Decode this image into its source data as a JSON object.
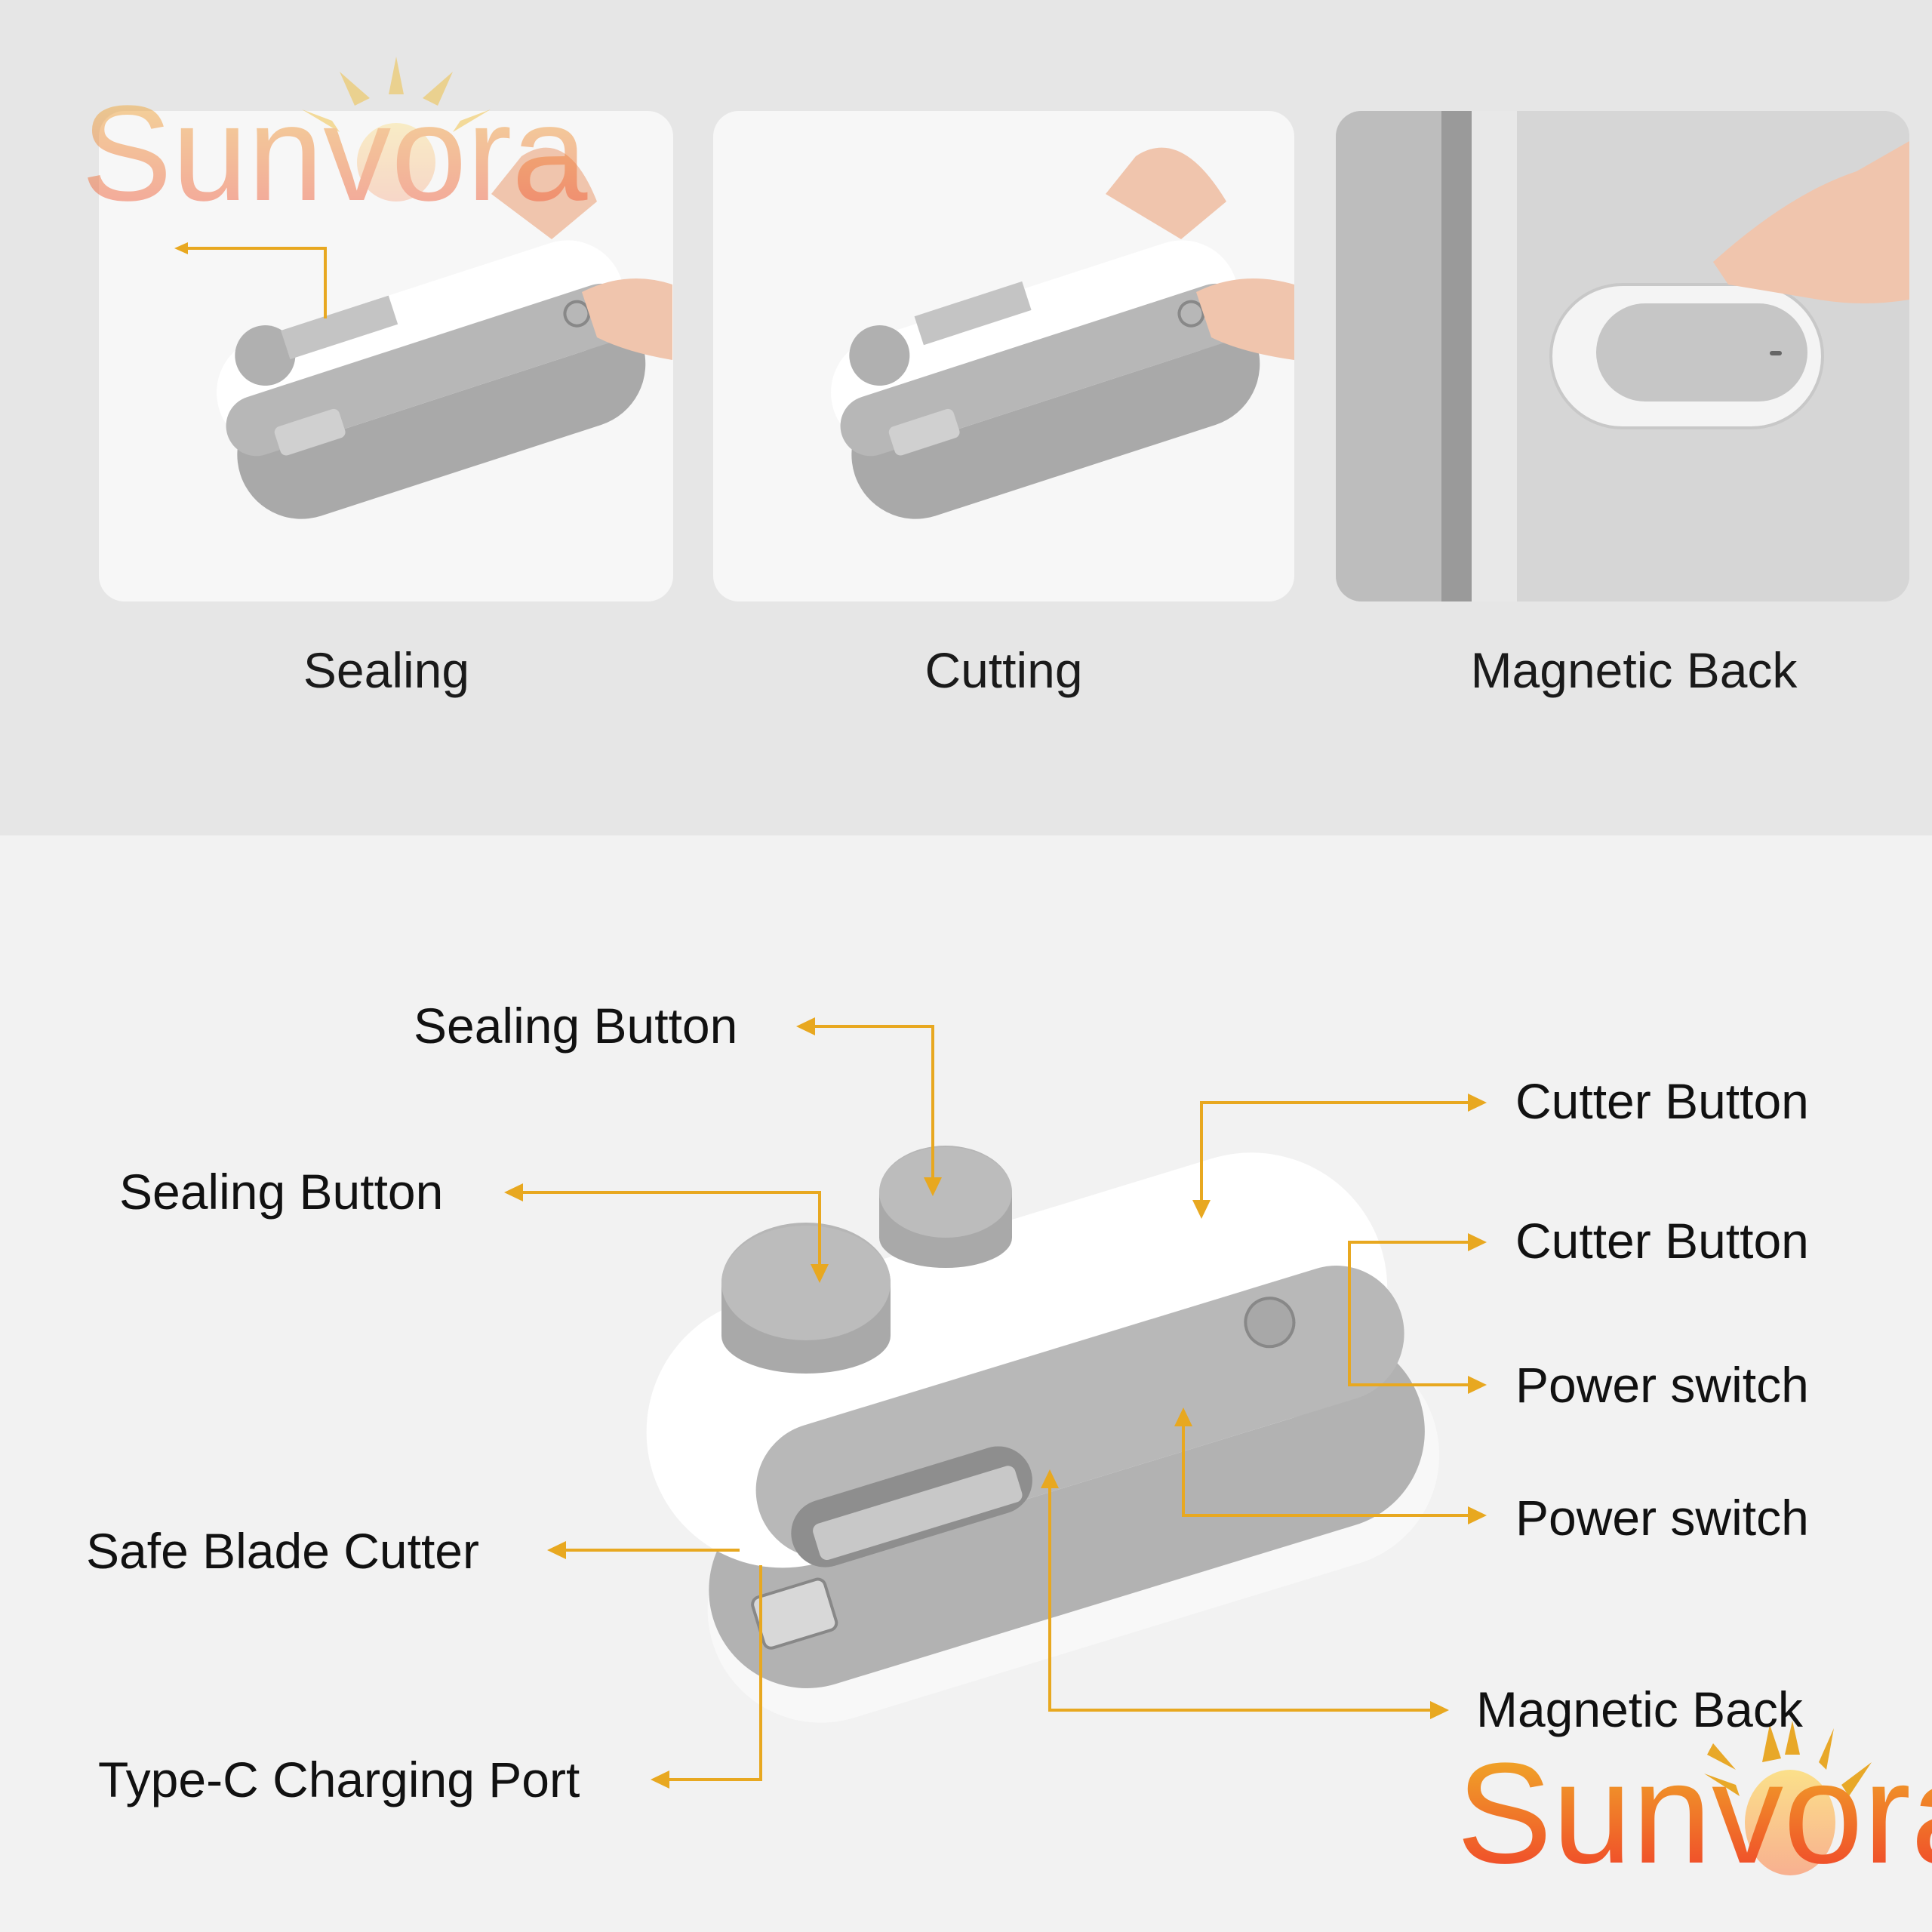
{
  "brand": {
    "name": "Sunvora"
  },
  "colors": {
    "accent": "#e8a820",
    "top_band": "#e6e6e6",
    "background": "#f2f2f2",
    "device_gray": "#b4b4b4"
  },
  "panels": [
    {
      "caption": "Sealing"
    },
    {
      "caption": "Cutting"
    },
    {
      "caption": "Magnetic Back"
    }
  ],
  "callouts": {
    "sealing_button_1": "Sealing Button",
    "sealing_button_2": "Sealing Button",
    "cutter_button_1": "Cutter Button",
    "cutter_button_2": "Cutter Button",
    "power_switch_1": "Power switch",
    "power_switch_2": "Power switch",
    "safe_blade_cutter": "Safe Blade Cutter",
    "magnetic_back": "Magnetic Back",
    "type_c_port": "Type-C Charging Port"
  }
}
